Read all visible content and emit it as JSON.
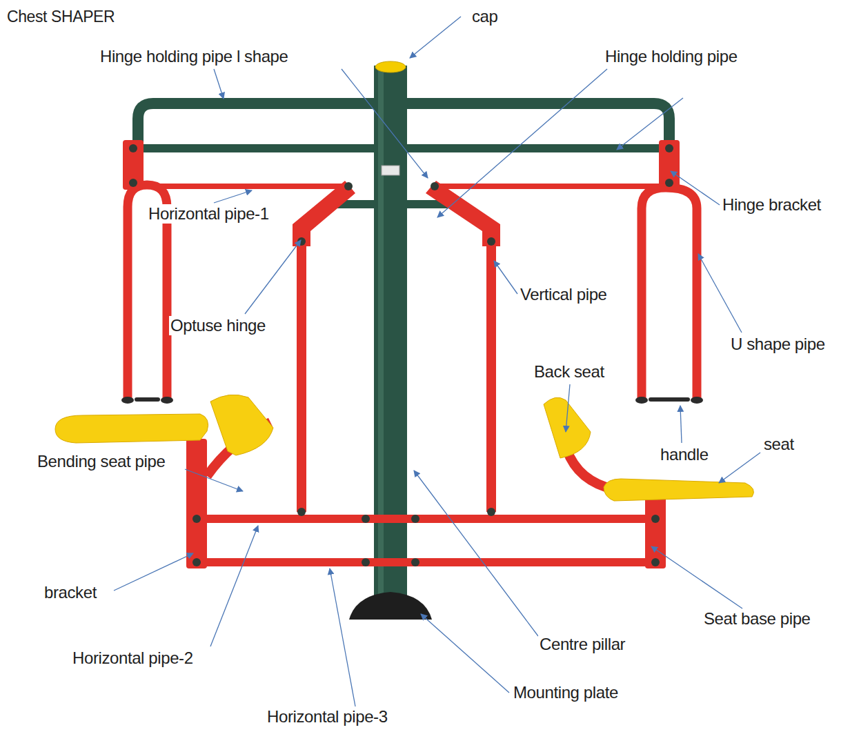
{
  "diagram": {
    "title": "Chest SHAPER",
    "labels": [
      "cap",
      "Hinge holding pipe l shape",
      "Hinge holding pipe",
      "Hinge bracket",
      "Horizontal pipe-1",
      "Optuse hinge",
      "Vertical pipe",
      "U shape pipe",
      "Back seat",
      "handle",
      "seat",
      "Bending seat pipe",
      "bracket",
      "Horizontal pipe-2",
      "Horizontal pipe-3",
      "Centre pillar",
      "Seat base pipe",
      "Mounting plate"
    ]
  }
}
